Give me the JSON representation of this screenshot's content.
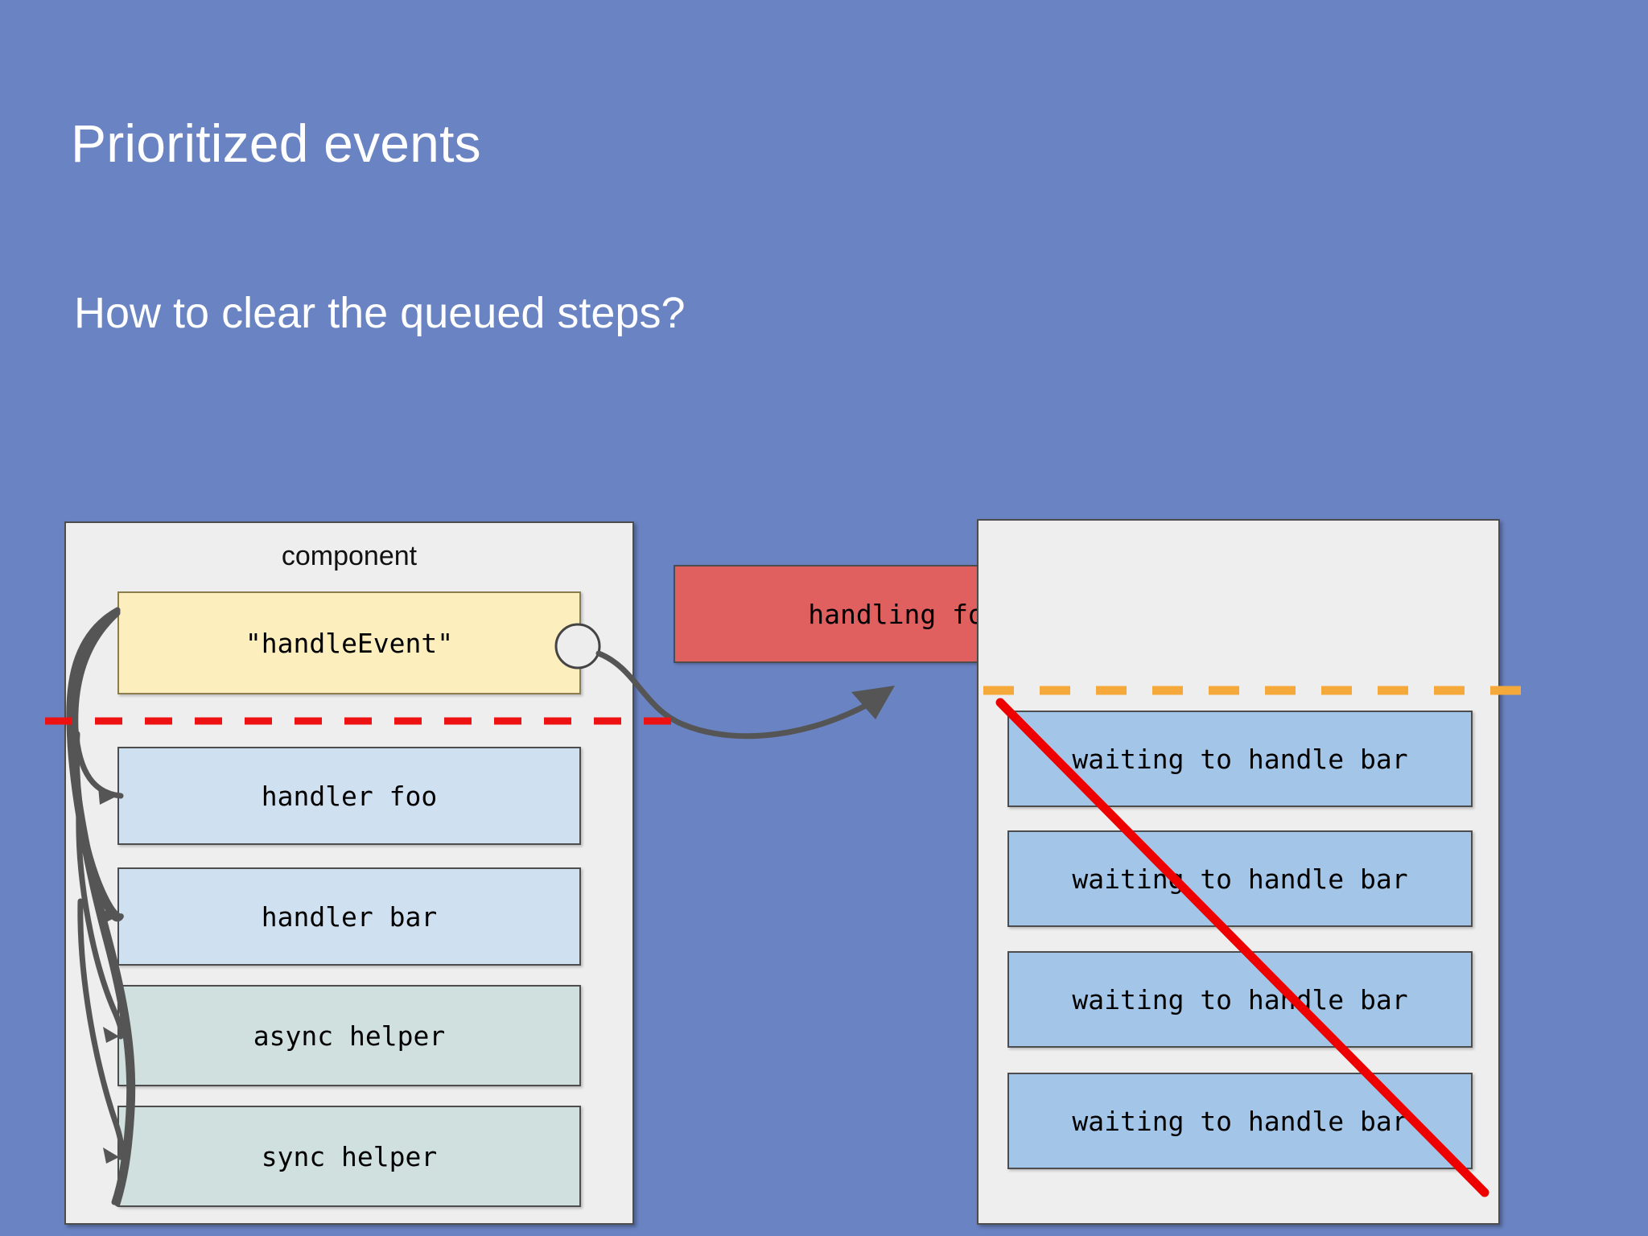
{
  "slide": {
    "title": "Prioritized events",
    "subtitle": "How to clear the queued steps?",
    "background_color": "#6a83c3",
    "title_color": "#ffffff"
  },
  "component_panel": {
    "title": "component",
    "background_color": "#eeeeee",
    "boxes": [
      {
        "label": "\"handleEvent\"",
        "color": "#fdeebd",
        "kind": "active-handler"
      },
      {
        "label": "handler foo",
        "color": "#cfe0f0",
        "kind": "handler"
      },
      {
        "label": "handler bar",
        "color": "#cfe0f0",
        "kind": "handler"
      },
      {
        "label": "async helper",
        "color": "#cfe0de",
        "kind": "helper"
      },
      {
        "label": "sync helper",
        "color": "#cfe0de",
        "kind": "helper"
      }
    ]
  },
  "handling_box": {
    "label": "handling foo",
    "color": "#e0605f"
  },
  "queue_panel": {
    "title": "",
    "background_color": "#eeeeee",
    "boxes": [
      {
        "label": "waiting to handle bar",
        "color": "#a3c6e8"
      },
      {
        "label": "waiting to handle bar",
        "color": "#a3c6e8"
      },
      {
        "label": "waiting to handle bar",
        "color": "#a3c6e8"
      },
      {
        "label": "waiting to handle bar",
        "color": "#a3c6e8"
      }
    ]
  },
  "annotations": {
    "red_dashed_divider_color": "#ee1111",
    "orange_dashed_divider_color": "#f5a93a",
    "strikethrough_color": "#ee0000",
    "connector_color": "#555555"
  },
  "icons": {
    "socket": "socket-circle-icon",
    "arrow": "curved-arrow-icon",
    "strike": "red-strikethrough-icon"
  }
}
